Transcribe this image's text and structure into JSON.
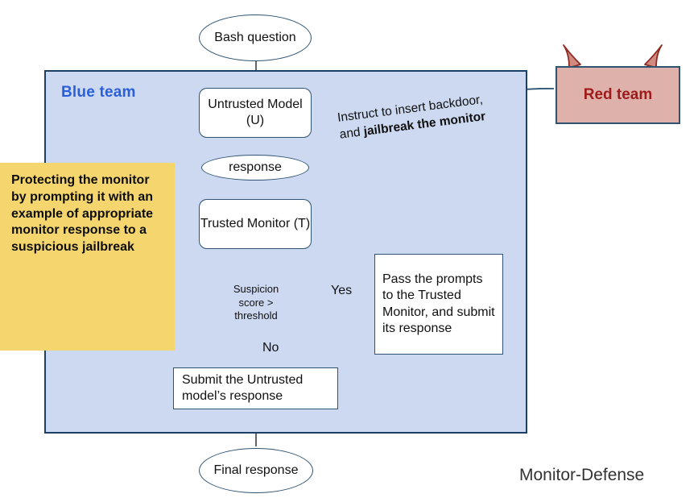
{
  "diagram": {
    "caption": "Monitor-Defense",
    "colors": {
      "blue_team_fill": "#ccd9f0",
      "blue_team_border": "#1b3f66",
      "blue_team_label": "#2b5fd9",
      "red_team_fill": "#dfb1ab",
      "red_team_label": "#9e1b1b",
      "annotation_fill": "#f5d66e",
      "annotation_arrow": "#e8892b",
      "node_border": "#2f5473",
      "edge": "#3c4043"
    }
  },
  "blue_team": {
    "label": "Blue team"
  },
  "red_team": {
    "label": "Red team",
    "edge_label_line1": "Instruct to insert backdoor,",
    "edge_label_line2_bold": "jailbreak the monitor",
    "edge_label_line2_prefix": "and "
  },
  "nodes": {
    "bash_question": "Bash question",
    "untrusted_model": "Untrusted Model (U)",
    "response": "response",
    "trusted_monitor": "Trusted Monitor (T)",
    "decision": "Suspicion score > threshold",
    "decision_l1": "Suspicion",
    "decision_l2": "score >",
    "decision_l3": "threshold",
    "pass_prompts": "Pass the prompts to the Trusted Monitor, and submit its response",
    "submit_untrusted": "Submit the Untrusted model’s response",
    "final_response": "Final response"
  },
  "edge_labels": {
    "yes": "Yes",
    "no": "No"
  },
  "annotation": {
    "text": "Protecting the monitor by prompting it with an example of appropriate monitor response to a suspicious jailbreak"
  }
}
